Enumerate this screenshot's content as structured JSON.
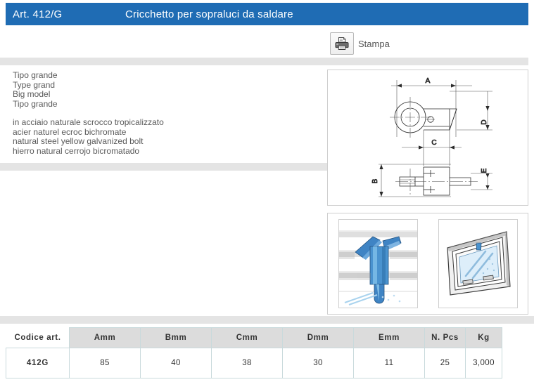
{
  "header": {
    "article_code": "Art. 412/G",
    "title": "Cricchetto per sopraluci da saldare",
    "bar_color": "#1f6cb4"
  },
  "toolbar": {
    "print_label": "Stampa",
    "print_icon": "printer-icon"
  },
  "description": {
    "model_lines": [
      "Tipo grande",
      "Type grand",
      "Big model",
      "Tipo grande"
    ],
    "material_lines": [
      "in acciaio naturale scrocco tropicalizzato",
      "acier naturel ecroc bichromate",
      "natural steel yellow galvanized bolt",
      "hierro natural cerrojo bicromatado"
    ]
  },
  "drawing": {
    "alt": "technical-drawing-ratchet",
    "dimension_labels": [
      "A",
      "B",
      "C",
      "D",
      "E"
    ]
  },
  "photos": [
    {
      "name": "product-photo-installed",
      "alt": "blue ratchet mounted on frame illustration"
    },
    {
      "name": "product-photo-window",
      "alt": "hopper window illustration"
    }
  ],
  "table": {
    "columns": [
      "Codice art.",
      "Amm",
      "Bmm",
      "Cmm",
      "Dmm",
      "Emm",
      "N. Pcs",
      "Kg"
    ],
    "rows": [
      {
        "code": "412G",
        "a": "85",
        "b": "40",
        "c": "38",
        "d": "30",
        "e": "11",
        "pcs": "25",
        "kg": "3,000"
      }
    ]
  },
  "colors": {
    "header_blue": "#1f6cb4",
    "band_gray": "#e4e4e4",
    "table_header_gray": "#dcdcdc",
    "table_border": "#c9dadc",
    "text_gray": "#5a5a5a"
  }
}
